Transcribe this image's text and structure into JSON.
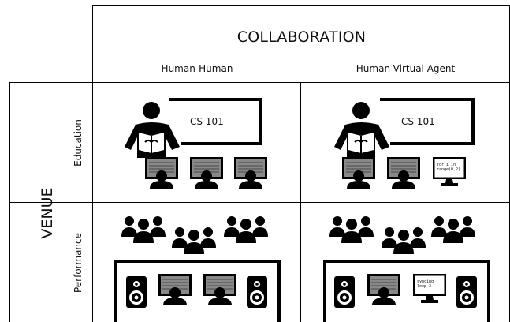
{
  "header": {
    "title": "COLLABORATION",
    "columns": [
      "Human-Human",
      "Human-Virtual Agent"
    ]
  },
  "side": {
    "title": "VENUE",
    "rows": [
      "Education",
      "Performance"
    ]
  },
  "cells": {
    "edu_hh": {
      "board": "CS 101"
    },
    "edu_hva": {
      "board": "CS 101",
      "agent_screen": "for i in\nrange(0,2)"
    },
    "perf_hva": {
      "agent_screen": "syncing\nloop 3"
    }
  },
  "icons": [
    "teacher-icon",
    "student-monitor-icon",
    "audience-group-icon",
    "speaker-icon",
    "agent-monitor-icon"
  ]
}
